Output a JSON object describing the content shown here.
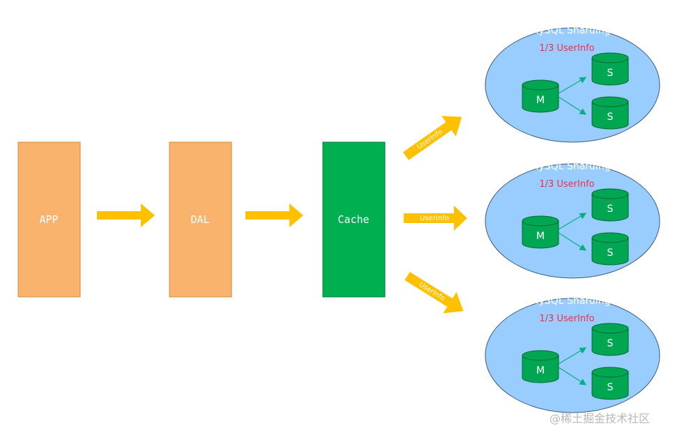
{
  "colors": {
    "app": "#fab36c",
    "cache": "#00b050",
    "arrow": "#ffc000",
    "shard": "#99ccff",
    "db": "#00a651",
    "replication": "#00b080"
  },
  "boxes": {
    "app": "APP",
    "dal": "DAL",
    "cache": "Cache"
  },
  "arrows": {
    "label": "UserInfo"
  },
  "shards": [
    {
      "title": "MySQL Sharding",
      "subtitle": "1/3 UserInfo",
      "master": "M",
      "slaves": [
        "S",
        "S"
      ]
    },
    {
      "title": "MySQL Sharding",
      "subtitle": "1/3 UserInfo",
      "master": "M",
      "slaves": [
        "S",
        "S"
      ]
    },
    {
      "title": "MySQL Sharding",
      "subtitle": "1/3 UserInfo",
      "master": "M",
      "slaves": [
        "S",
        "S"
      ]
    }
  ],
  "watermark": "@稀土掘金技术社区"
}
